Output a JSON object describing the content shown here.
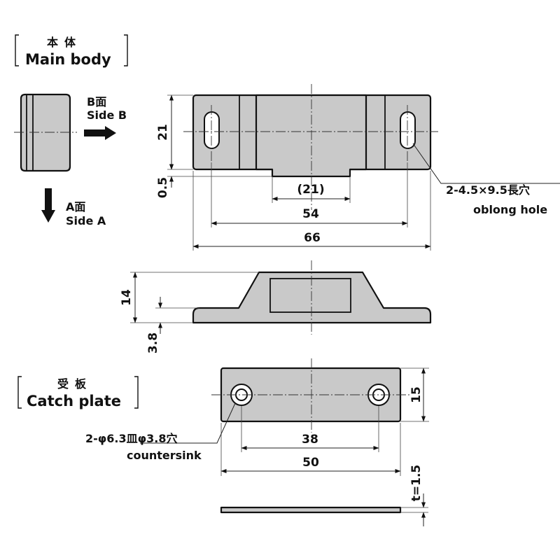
{
  "main_body": {
    "heading_jp": "本体",
    "heading_en": "Main body",
    "side_b_jp": "B面",
    "side_b_en": "Side B",
    "side_a_jp": "A面",
    "side_a_en": "Side A",
    "dim_height": "21",
    "dim_offset": "0.5",
    "dim_inner": "(21)",
    "dim_hole_pitch": "54",
    "dim_length": "66",
    "hole_note_jp": "2-4.5×9.5長穴",
    "hole_note_en": "oblong hole",
    "dim_total_height": "14",
    "dim_flange": "3.8"
  },
  "catch_plate": {
    "heading_jp": "受板",
    "heading_en": "Catch plate",
    "dim_width": "15",
    "dim_hole_pitch": "38",
    "dim_length": "50",
    "dim_thickness": "t=1.5",
    "hole_note_jp": "2-φ6.3皿φ3.8穴",
    "hole_note_en": "countersink"
  },
  "colors": {
    "part_fill": "#c9c9c9",
    "line": "#111111"
  }
}
